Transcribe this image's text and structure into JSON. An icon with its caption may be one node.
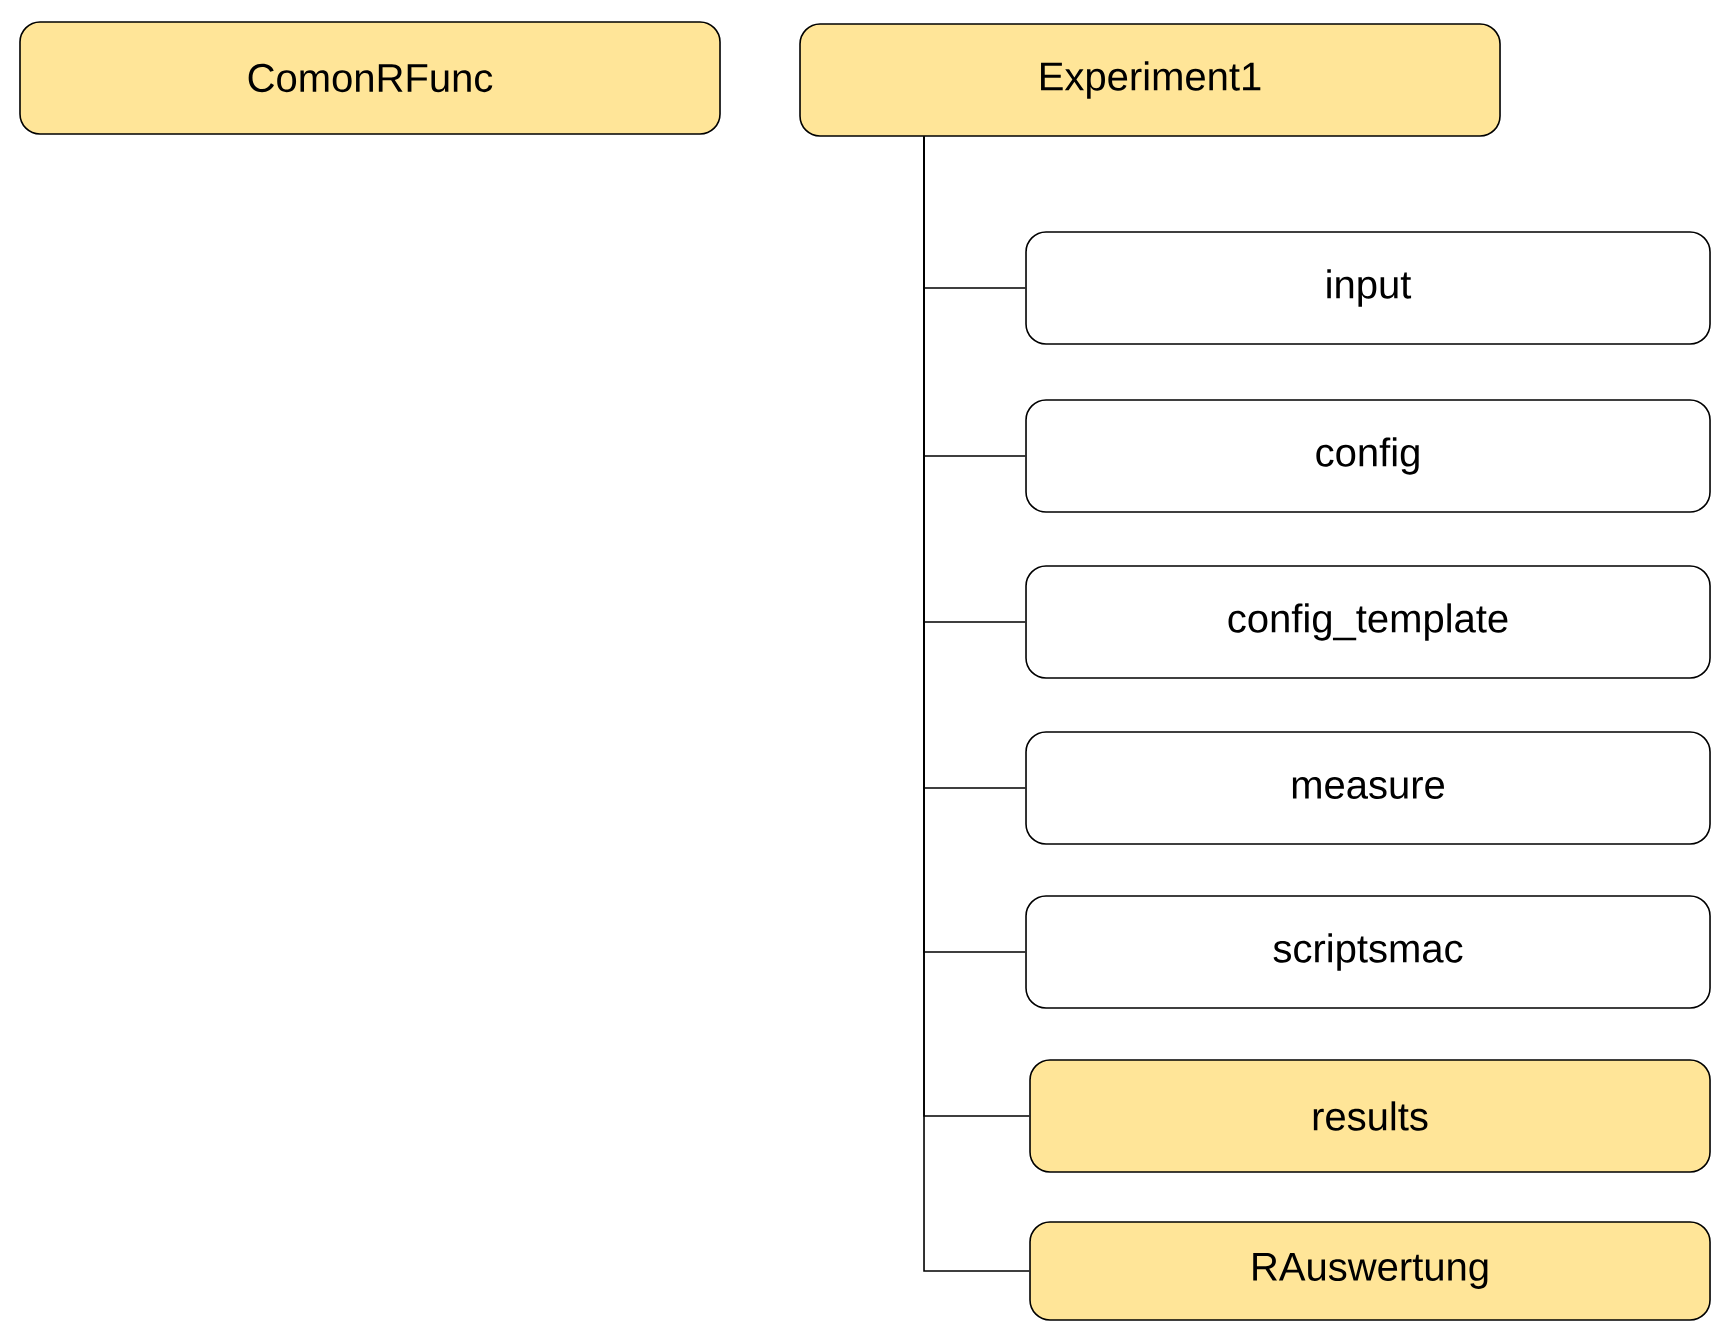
{
  "diagram": {
    "nodes": [
      {
        "text": [
          "ComonRFunc"
        ]
      },
      {
        "text": [
          "Experiment1"
        ]
      },
      {
        "text": [
          "input"
        ]
      },
      {
        "text": [
          "config"
        ]
      },
      {
        "text": [
          "config_template"
        ]
      },
      {
        "text": [
          "measure"
        ]
      },
      {
        "text": [
          "scriptsmac"
        ]
      },
      {
        "text": [
          "results"
        ]
      },
      {
        "text": [
          "RAuswertung"
        ]
      }
    ],
    "edges": [
      {
        "from": 1,
        "to": 2,
        "arrow": "none"
      },
      {
        "from": 1,
        "to": 3,
        "arrow": "none"
      },
      {
        "from": 1,
        "to": 4,
        "arrow": "none"
      },
      {
        "from": 1,
        "to": 5,
        "arrow": "none"
      },
      {
        "from": 1,
        "to": 6,
        "arrow": "none"
      },
      {
        "from": 1,
        "to": 7,
        "arrow": "none"
      },
      {
        "from": 1,
        "to": 8,
        "arrow": "none"
      }
    ]
  }
}
